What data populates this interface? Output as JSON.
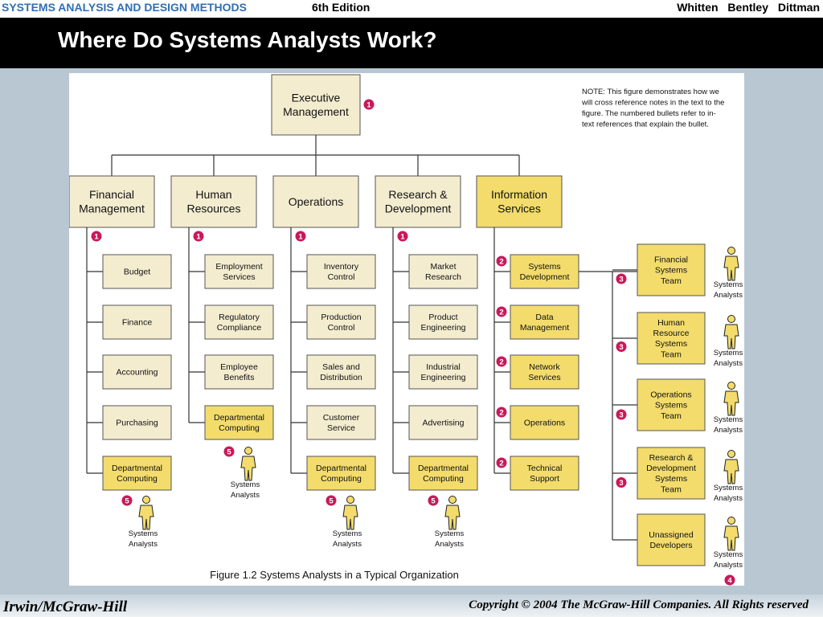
{
  "header": {
    "course": "SYSTEMS ANALYSIS AND DESIGN METHODS",
    "edition": "6th Edition",
    "authors": "Whitten Bentley Dittman"
  },
  "slide": {
    "title": "Where Do Systems Analysts Work?"
  },
  "diagram": {
    "note": [
      "NOTE: This figure demonstrates how we",
      "will cross reference notes in the text to the",
      "figure.  The numbered bullets refer to in-",
      "text references that explain the bullet."
    ],
    "caption": "Figure 1.2 Systems Analysts in a Typical Organization",
    "analyst_label": [
      "Systems",
      "Analysts"
    ],
    "executive": {
      "lines": [
        "Executive",
        "Management"
      ],
      "bullet": "1"
    },
    "departments": [
      {
        "lines": [
          "Financial",
          "Management"
        ],
        "bullet": "1",
        "items": [
          [
            "Budget"
          ],
          [
            "Finance"
          ],
          [
            "Accounting"
          ],
          [
            "Purchasing"
          ],
          [
            "Departmental",
            "Computing"
          ]
        ],
        "analyst_bullet": "5"
      },
      {
        "lines": [
          "Human",
          "Resources"
        ],
        "bullet": "1",
        "items": [
          [
            "Employment",
            "Services"
          ],
          [
            "Regulatory",
            "Compliance"
          ],
          [
            "Employee",
            "Benefits"
          ],
          [
            "Departmental",
            "Computing"
          ]
        ],
        "analyst_bullet": "5"
      },
      {
        "lines": [
          "Operations"
        ],
        "bullet": "1",
        "items": [
          [
            "Inventory",
            "Control"
          ],
          [
            "Production",
            "Control"
          ],
          [
            "Sales and",
            "Distribution"
          ],
          [
            "Customer",
            "Service"
          ],
          [
            "Departmental",
            "Computing"
          ]
        ],
        "analyst_bullet": "5"
      },
      {
        "lines": [
          "Research &",
          "Development"
        ],
        "bullet": "1",
        "items": [
          [
            "Market",
            "Research"
          ],
          [
            "Product",
            "Engineering"
          ],
          [
            "Industrial",
            "Engineering"
          ],
          [
            "Advertising"
          ],
          [
            "Departmental",
            "Computing"
          ]
        ],
        "analyst_bullet": "5"
      },
      {
        "lines": [
          "Information",
          "Services"
        ],
        "bullet": "",
        "items": [
          [
            "Systems",
            "Development"
          ],
          [
            "Data",
            "Management"
          ],
          [
            "Network",
            "Services"
          ],
          [
            "Operations"
          ],
          [
            "Technical",
            "Support"
          ]
        ],
        "item_bullet": "2"
      }
    ],
    "teams": [
      {
        "lines": [
          "Financial",
          "Systems",
          "Team"
        ],
        "bullet": "3"
      },
      {
        "lines": [
          "Human",
          "Resource",
          "Systems",
          "Team"
        ],
        "bullet": "3"
      },
      {
        "lines": [
          "Operations",
          "Systems",
          "Team"
        ],
        "bullet": "3"
      },
      {
        "lines": [
          "Research &",
          "Development",
          "Systems",
          "Team"
        ],
        "bullet": "3"
      },
      {
        "lines": [
          "Unassigned",
          "Developers"
        ],
        "bullet": ""
      }
    ],
    "bottom_bullet": "4",
    "colors": {
      "box": "#f4eccf",
      "highlight": "#f3dc6c",
      "bullet": "#c8195a",
      "line": "#333333"
    }
  },
  "footer": {
    "publisher": "Irwin/McGraw-Hill",
    "copyright": "Copyright © 2004 The McGraw-Hill Companies. All Rights reserved"
  }
}
